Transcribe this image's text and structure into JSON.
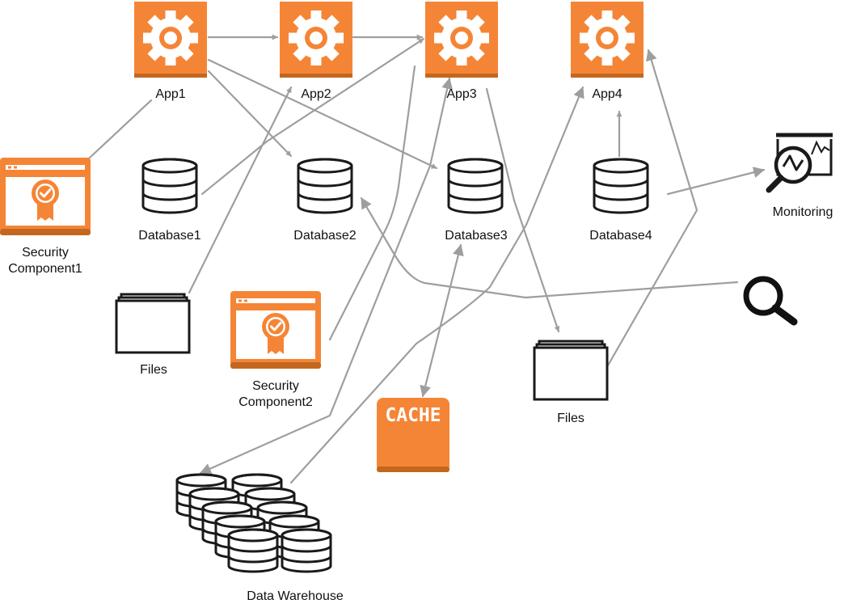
{
  "colors": {
    "accent": "#F58536",
    "accent_dark": "#C4671E",
    "ink": "#1a1a1a",
    "connector": "#9e9e9e"
  },
  "apps": [
    {
      "label": "App1",
      "icon": "gear-icon"
    },
    {
      "label": "App2",
      "icon": "gear-icon"
    },
    {
      "label": "App3",
      "icon": "gear-icon"
    },
    {
      "label": "App4",
      "icon": "gear-icon"
    }
  ],
  "databases": [
    {
      "label": "Database1",
      "icon": "database-icon"
    },
    {
      "label": "Database2",
      "icon": "database-icon"
    },
    {
      "label": "Database3",
      "icon": "database-icon"
    },
    {
      "label": "Database4",
      "icon": "database-icon"
    }
  ],
  "security_components": [
    {
      "label_lines": [
        "Security",
        "Component1"
      ],
      "icon": "certificate-window-icon"
    },
    {
      "label_lines": [
        "Security",
        "Component2"
      ],
      "icon": "certificate-window-icon"
    }
  ],
  "files": [
    {
      "label": "Files",
      "icon": "files-stack-icon"
    },
    {
      "label": "Files",
      "icon": "files-stack-icon"
    }
  ],
  "monitoring": {
    "label": "Monitoring",
    "icon": "monitoring-icon"
  },
  "search": {
    "icon": "search-icon"
  },
  "cache": {
    "text": "CACHE",
    "icon": "cache-icon"
  },
  "data_warehouse": {
    "label": "Data Warehouse",
    "icon": "data-warehouse-icon"
  }
}
